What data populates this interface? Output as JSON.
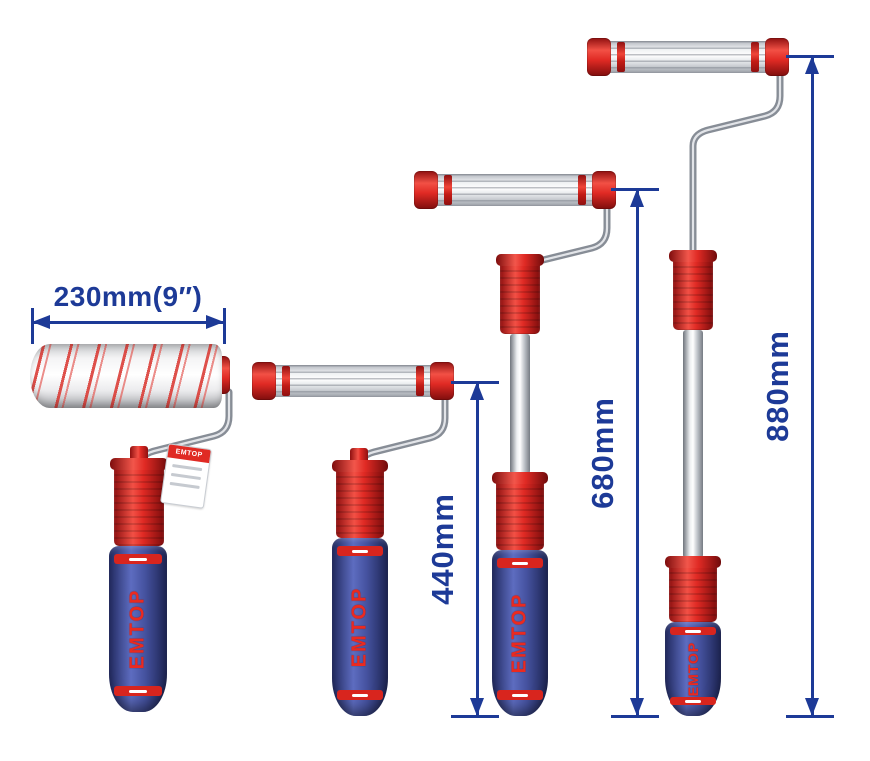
{
  "diagram": {
    "width_dimension": {
      "label": "230mm(9″)"
    },
    "height_dimensions": [
      {
        "label": "440mm"
      },
      {
        "label": "680mm"
      },
      {
        "label": "880mm"
      }
    ],
    "rollers": [
      {
        "id": "covered-roller",
        "handle_brand": "EMTOP",
        "tag_text": "EMTOP"
      },
      {
        "id": "roller-440",
        "handle_brand": "EMTOP"
      },
      {
        "id": "roller-680",
        "handle_brand": "EMTOP"
      },
      {
        "id": "roller-880",
        "handle_brand": "EMTOP"
      }
    ],
    "colors": {
      "dimension_blue": "#1d3a97",
      "accent_red": "#e02a24",
      "handle_blue": "#45529f"
    }
  }
}
